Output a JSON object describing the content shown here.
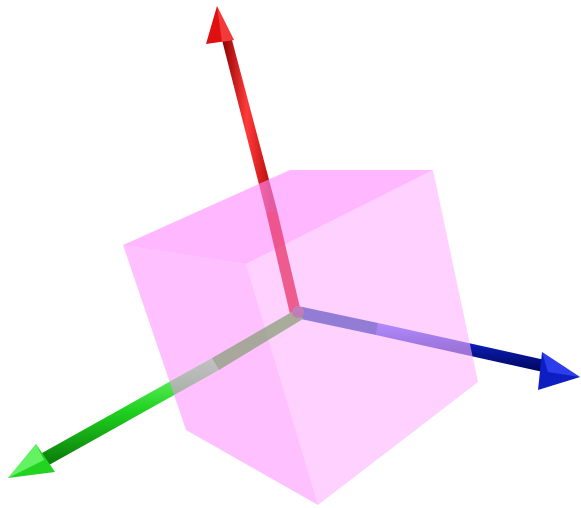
{
  "scene": {
    "background": "#ffffff",
    "cube": {
      "color": "#ff8cff",
      "opacity": 0.55
    },
    "axes": [
      {
        "name": "red-axis",
        "color": "#e00000",
        "dark": "#8a0000"
      },
      {
        "name": "green-axis",
        "color": "#1fd01f",
        "dark": "#0a7a0a"
      },
      {
        "name": "blue-axis",
        "color": "#0a1aa8",
        "dark": "#00065a"
      }
    ]
  }
}
